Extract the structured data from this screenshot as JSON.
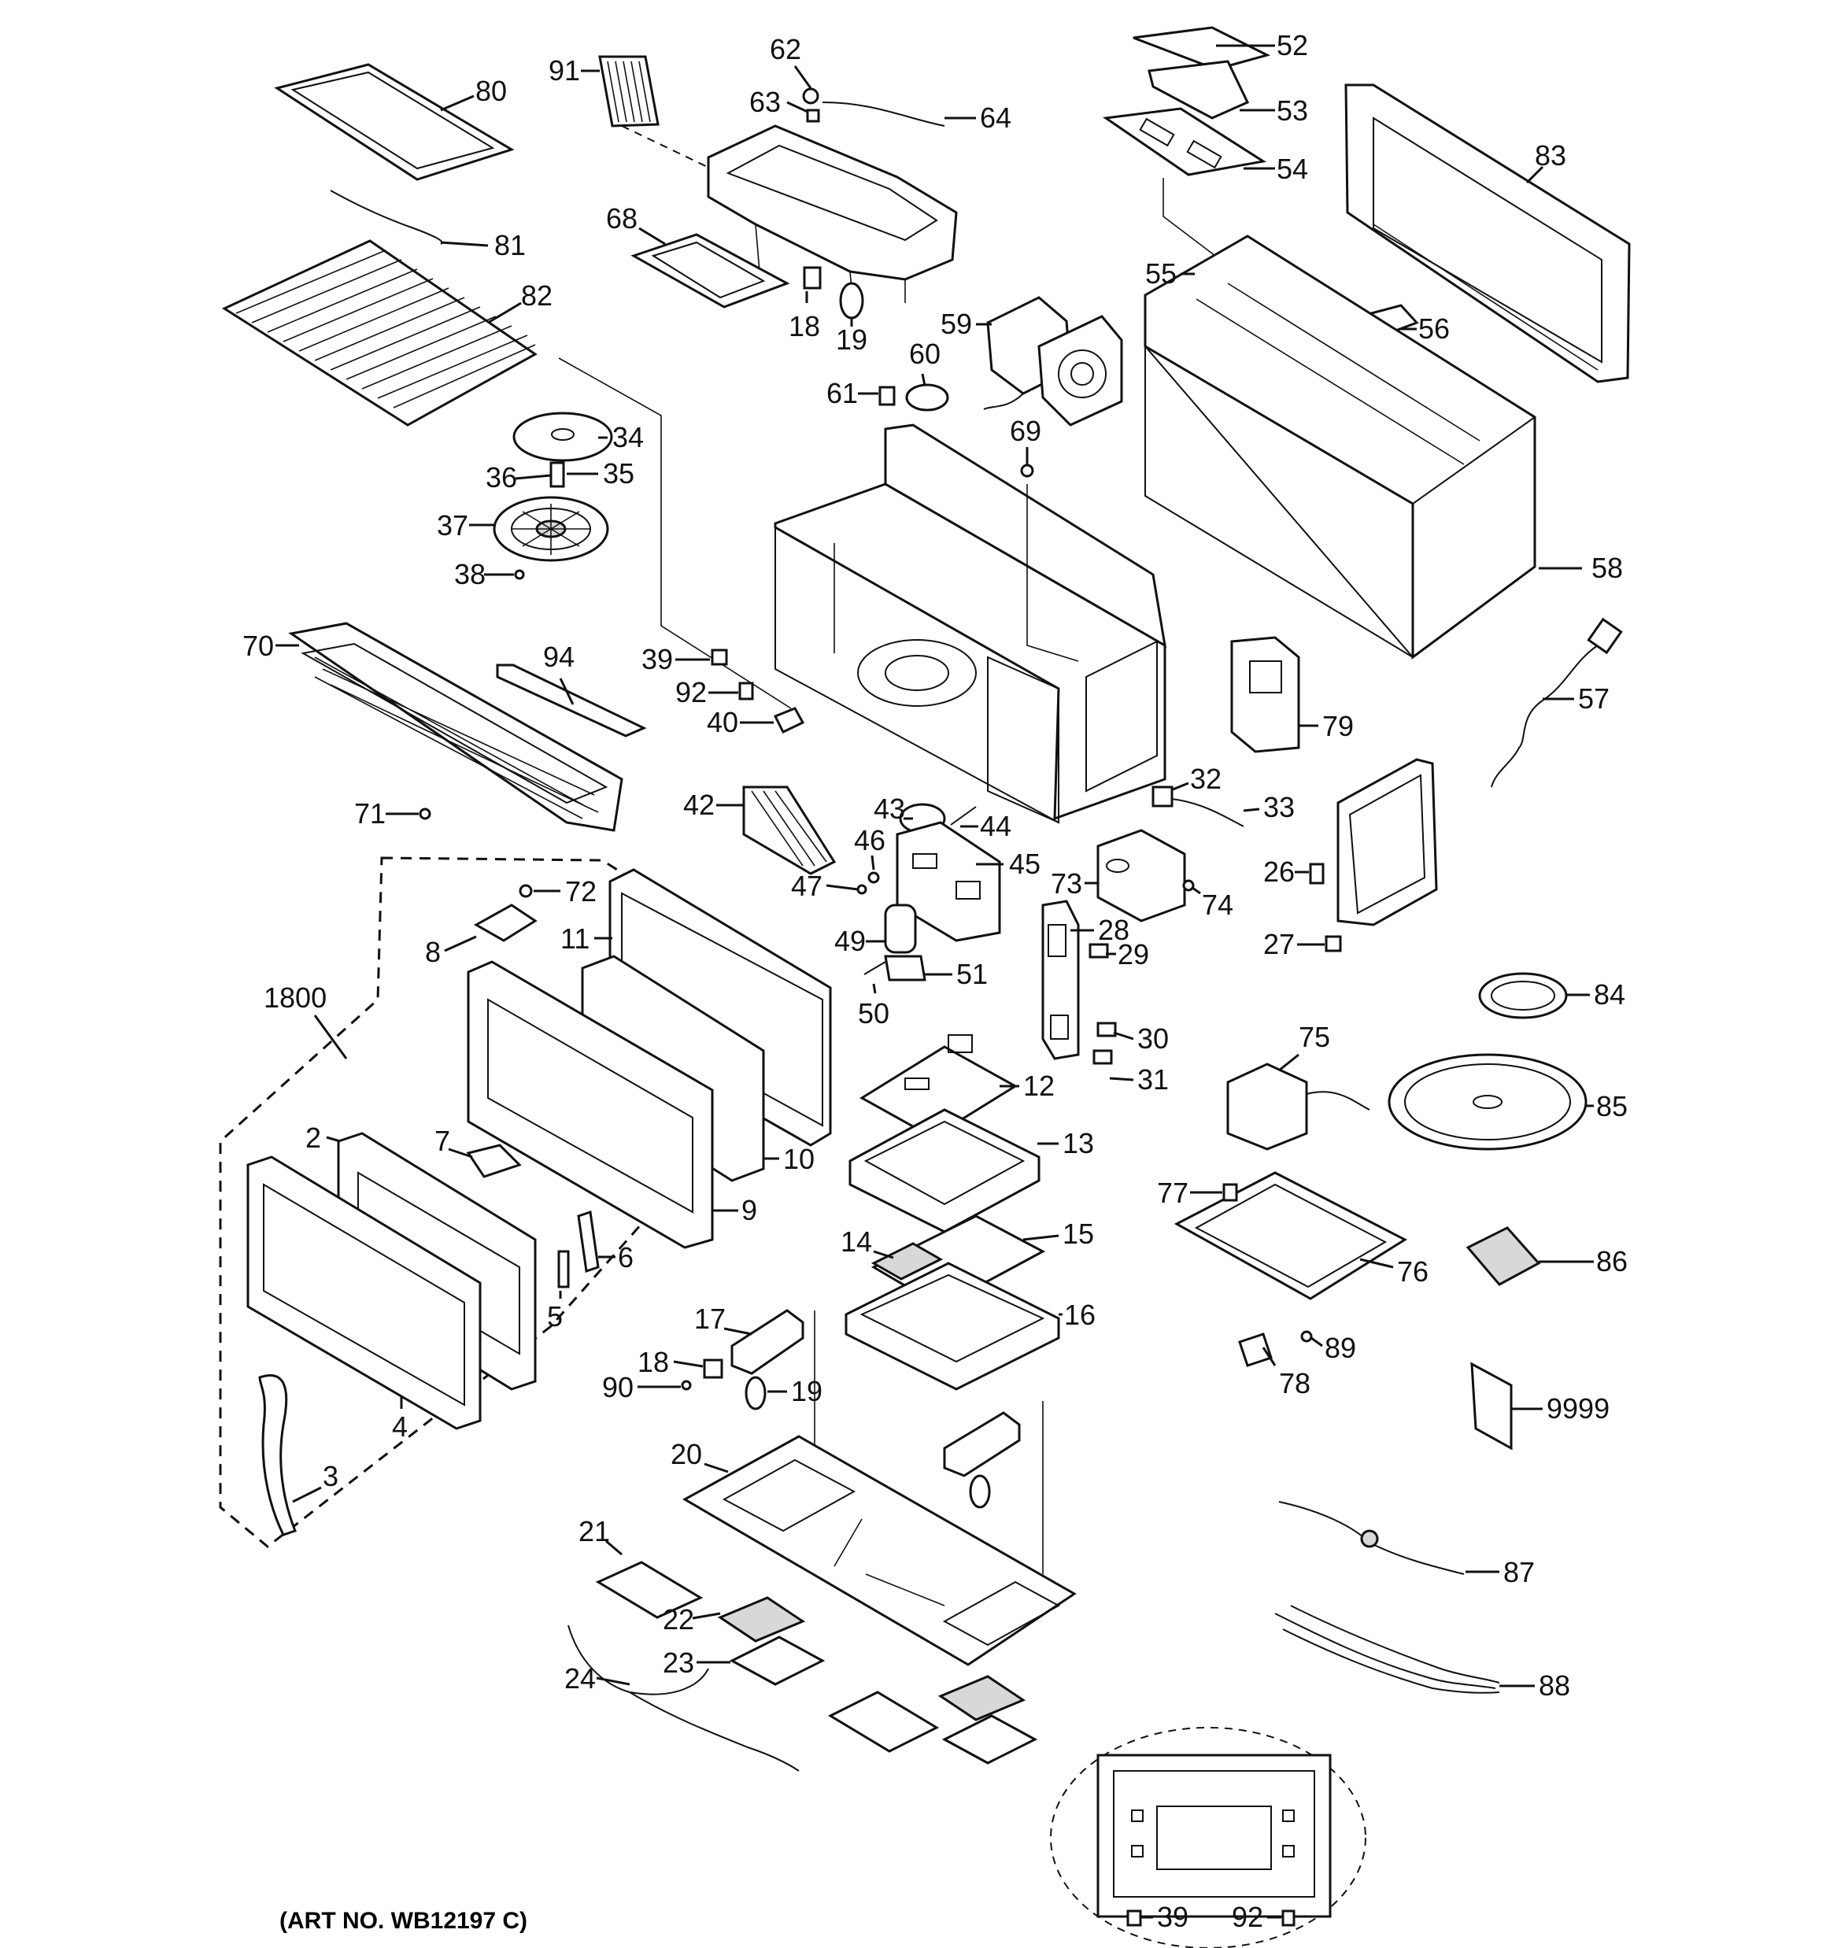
{
  "art_number": "(ART NO. WB12197 C)",
  "callouts": [
    "80",
    "81",
    "82",
    "34",
    "35",
    "36",
    "37",
    "38",
    "70",
    "71",
    "94",
    "91",
    "62",
    "63",
    "64",
    "68",
    "18",
    "19",
    "59",
    "60",
    "61",
    "69",
    "39",
    "92",
    "40",
    "42",
    "43",
    "44",
    "46",
    "47",
    "45",
    "49",
    "50",
    "51",
    "52",
    "53",
    "54",
    "83",
    "55",
    "56",
    "58",
    "57",
    "79",
    "32",
    "33",
    "26",
    "27",
    "73",
    "74",
    "28",
    "29",
    "30",
    "31",
    "84",
    "85",
    "75",
    "77",
    "76",
    "86",
    "89",
    "78",
    "9999",
    "87",
    "88",
    "1800",
    "72",
    "8",
    "11",
    "10",
    "9",
    "7",
    "2",
    "6",
    "5",
    "4",
    "3",
    "12",
    "13",
    "14",
    "15",
    "16",
    "17",
    "18",
    "90",
    "19",
    "20",
    "21",
    "22",
    "23",
    "24",
    "39",
    "92"
  ]
}
